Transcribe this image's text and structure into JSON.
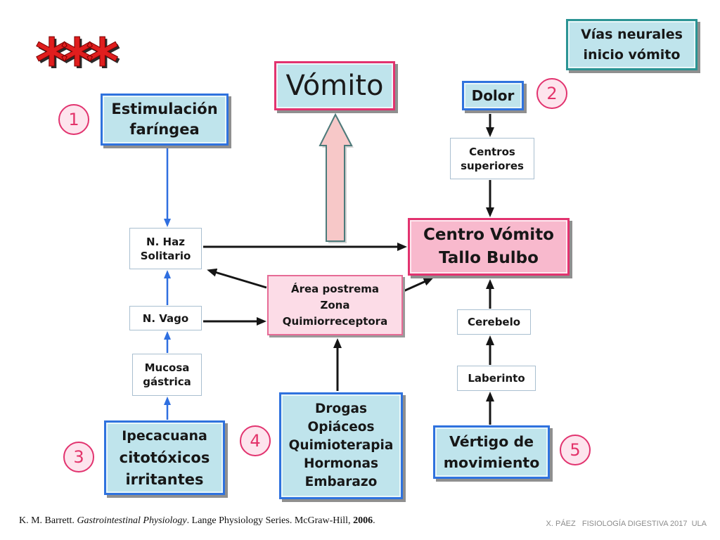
{
  "decoration": {
    "stars": "***"
  },
  "title_box": {
    "lines": [
      "Vías neurales",
      "inicio vómito"
    ]
  },
  "nodes": {
    "vomito": {
      "lines": [
        "Vómito"
      ]
    },
    "estimulacion_faringea": {
      "lines": [
        "Estimulación",
        "faríngea"
      ]
    },
    "dolor": {
      "lines": [
        "Dolor"
      ]
    },
    "centros_superiores": {
      "lines": [
        "Centros",
        "superiores"
      ]
    },
    "centro_vomito": {
      "lines": [
        "Centro Vómito",
        "Tallo Bulbo"
      ]
    },
    "n_haz_solitario": {
      "lines": [
        "N. Haz",
        "Solitario"
      ]
    },
    "area_postrema": {
      "lines": [
        "Área postrema",
        "Zona",
        "Quimiorreceptora"
      ]
    },
    "n_vago": {
      "lines": [
        "N. Vago"
      ]
    },
    "mucosa_gastrica": {
      "lines": [
        "Mucosa",
        "gástrica"
      ]
    },
    "ipecacuana": {
      "lines": [
        "Ipecacuana",
        "citotóxicos",
        "irritantes"
      ]
    },
    "drogas": {
      "lines": [
        "Drogas",
        "Opiáceos",
        "Quimioterapia",
        "Hormonas",
        "Embarazo"
      ]
    },
    "cerebelo": {
      "lines": [
        "Cerebelo"
      ]
    },
    "laberinto": {
      "lines": [
        "Laberinto"
      ]
    },
    "vertigo": {
      "lines": [
        "Vértigo de",
        "movimiento"
      ]
    }
  },
  "pathway_numbers": [
    "1",
    "2",
    "3",
    "4",
    "5"
  ],
  "footer": {
    "citation": {
      "author": "K. M. Barrett. ",
      "book": "Gastrointestinal Physiology",
      "publisher": ". Lange Physiology Series. McGraw-Hill, ",
      "year": "2006",
      "end": "."
    },
    "credit": "X. PÁEZ   FISIOLOGÍA DIGESTIVA 2017  ULA"
  },
  "colors": {
    "light_blue_fill": "#bfe4ec",
    "blue_border": "#2f72de",
    "teal_border": "#2b9494",
    "pink_fill": "#f8b9cd",
    "light_pink_fill": "#fcdce7",
    "pink_border": "#e2336f",
    "circle_fill": "#fde4ed",
    "circle_text": "#e3336a",
    "arrow_blue": "#2f6fe0",
    "big_arrow_fill": "#f7c8c8",
    "stars": "#e01e1e"
  }
}
